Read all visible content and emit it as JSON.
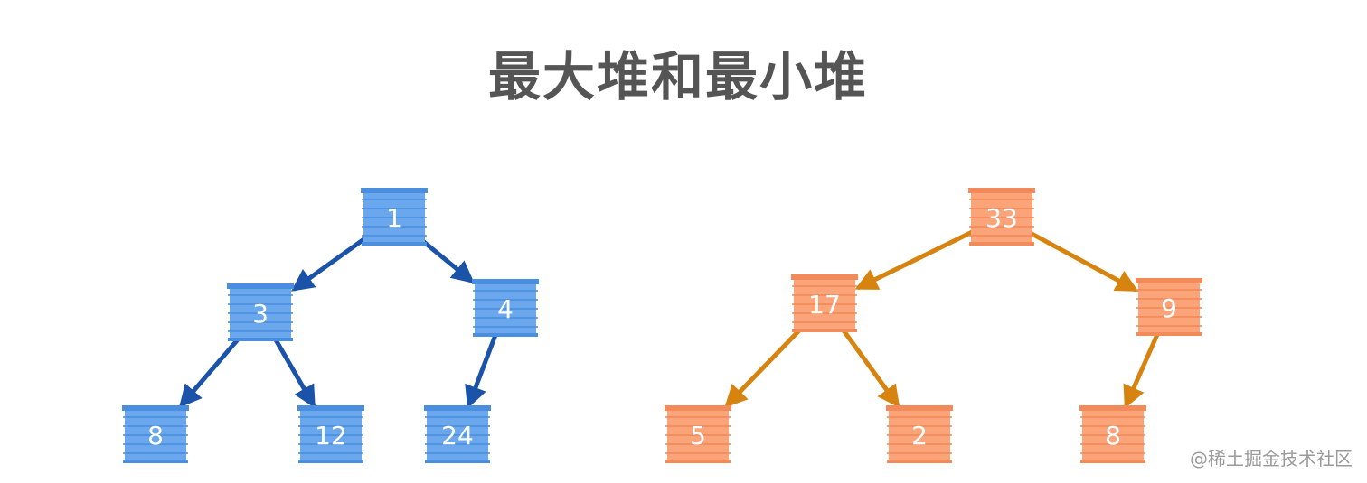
{
  "title": "最大堆和最小堆",
  "colors": {
    "min_fill": "#6aa7ec",
    "min_stripe": "#4a8fdf",
    "min_arrow": "#1b53a8",
    "max_fill": "#fba47a",
    "max_stripe": "#f28b59",
    "max_arrow": "#d6840f"
  },
  "heaps": [
    {
      "kind": "min",
      "nodes": [
        {
          "id": "m1",
          "label": "1"
        },
        {
          "id": "m3",
          "label": "3"
        },
        {
          "id": "m4",
          "label": "4"
        },
        {
          "id": "m8",
          "label": "8"
        },
        {
          "id": "m12",
          "label": "12"
        },
        {
          "id": "m24",
          "label": "24"
        }
      ],
      "edges": [
        [
          "m1",
          "m3"
        ],
        [
          "m1",
          "m4"
        ],
        [
          "m3",
          "m8"
        ],
        [
          "m3",
          "m12"
        ],
        [
          "m4",
          "m24"
        ]
      ]
    },
    {
      "kind": "max",
      "nodes": [
        {
          "id": "x33",
          "label": "33"
        },
        {
          "id": "x17",
          "label": "17"
        },
        {
          "id": "x9",
          "label": "9"
        },
        {
          "id": "x5",
          "label": "5"
        },
        {
          "id": "x2",
          "label": "2"
        },
        {
          "id": "x8",
          "label": "8"
        }
      ],
      "edges": [
        [
          "x33",
          "x17"
        ],
        [
          "x33",
          "x9"
        ],
        [
          "x17",
          "x5"
        ],
        [
          "x17",
          "x2"
        ],
        [
          "x9",
          "x8"
        ]
      ]
    }
  ],
  "watermark": "@稀土掘金技术社区"
}
